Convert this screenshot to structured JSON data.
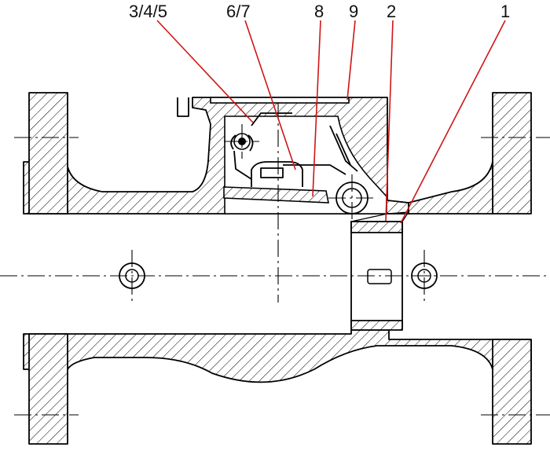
{
  "colors": {
    "leader": "#d01515",
    "line": "#000000",
    "background": "#ffffff"
  },
  "callouts": [
    {
      "id": "3-4-5",
      "text": "3/4/5"
    },
    {
      "id": "6-7",
      "text": "6/7"
    },
    {
      "id": "8",
      "text": "8"
    },
    {
      "id": "9",
      "text": "9"
    },
    {
      "id": "2",
      "text": "2"
    },
    {
      "id": "1",
      "text": "1"
    }
  ]
}
